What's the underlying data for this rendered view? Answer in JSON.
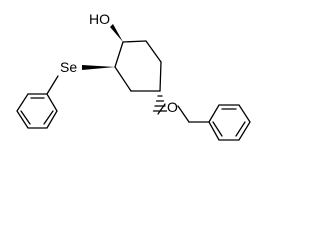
{
  "molecule": {
    "labels": {
      "hydroxyl": "HO",
      "selenium": "Se",
      "ether_oxygen": "O"
    }
  }
}
